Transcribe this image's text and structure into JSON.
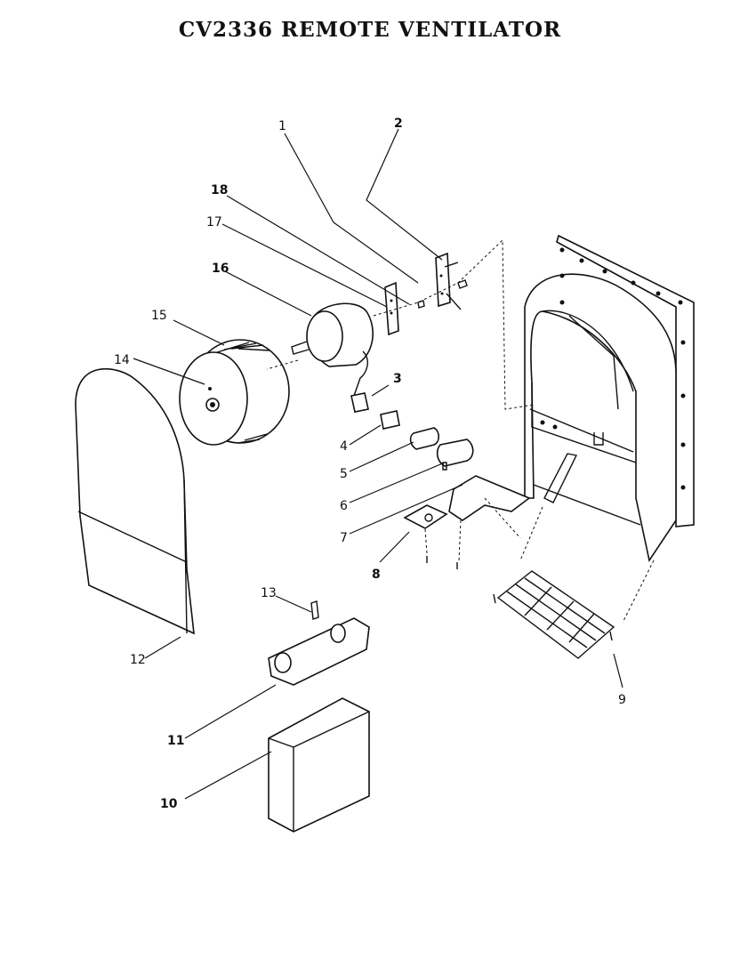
{
  "header": {
    "cutoff_text": "",
    "title": "CV2336 REMOTE VENTILATOR"
  },
  "callouts": {
    "c1": "1",
    "c2": "2",
    "c3": "3",
    "c4": "4",
    "c5": "5",
    "c6": "6",
    "c7": "7",
    "c8": "8",
    "c9": "9",
    "c10": "10",
    "c11": "11",
    "c12": "12",
    "c13": "13",
    "c14": "14",
    "c15": "15",
    "c16": "16",
    "c17": "17",
    "c18": "18"
  }
}
